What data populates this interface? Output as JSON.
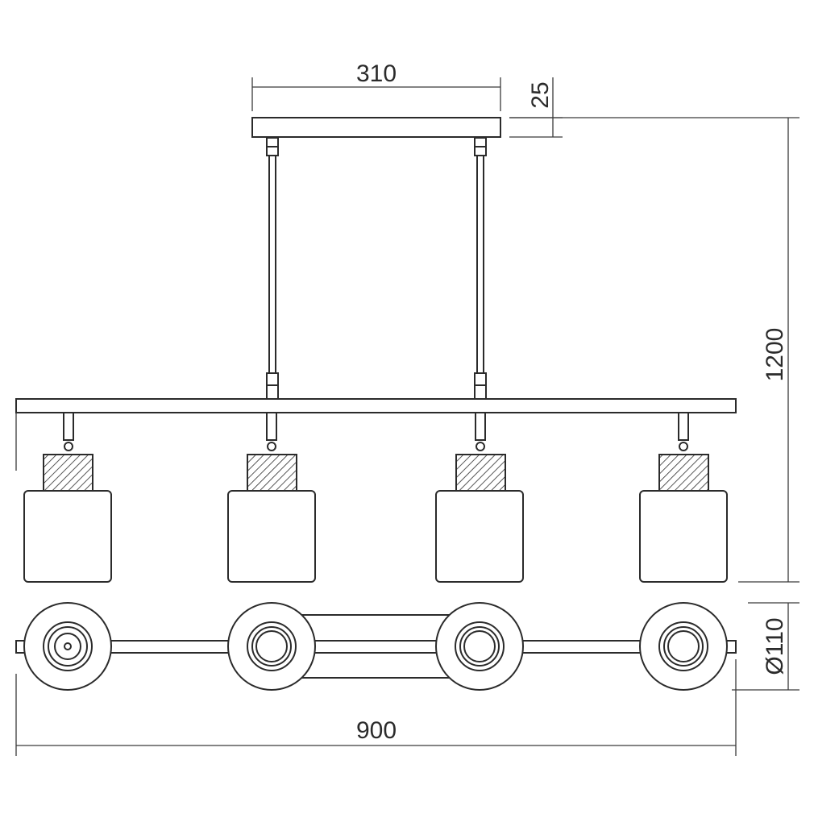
{
  "dimensions": {
    "canopy_width": "310",
    "canopy_height": "25",
    "total_height": "1200",
    "shade_diameter": "Ø110",
    "total_length": "900"
  },
  "colors": {
    "line": "#2b2b2b",
    "dimension_line": "#3a3a3a",
    "background": "#ffffff"
  }
}
